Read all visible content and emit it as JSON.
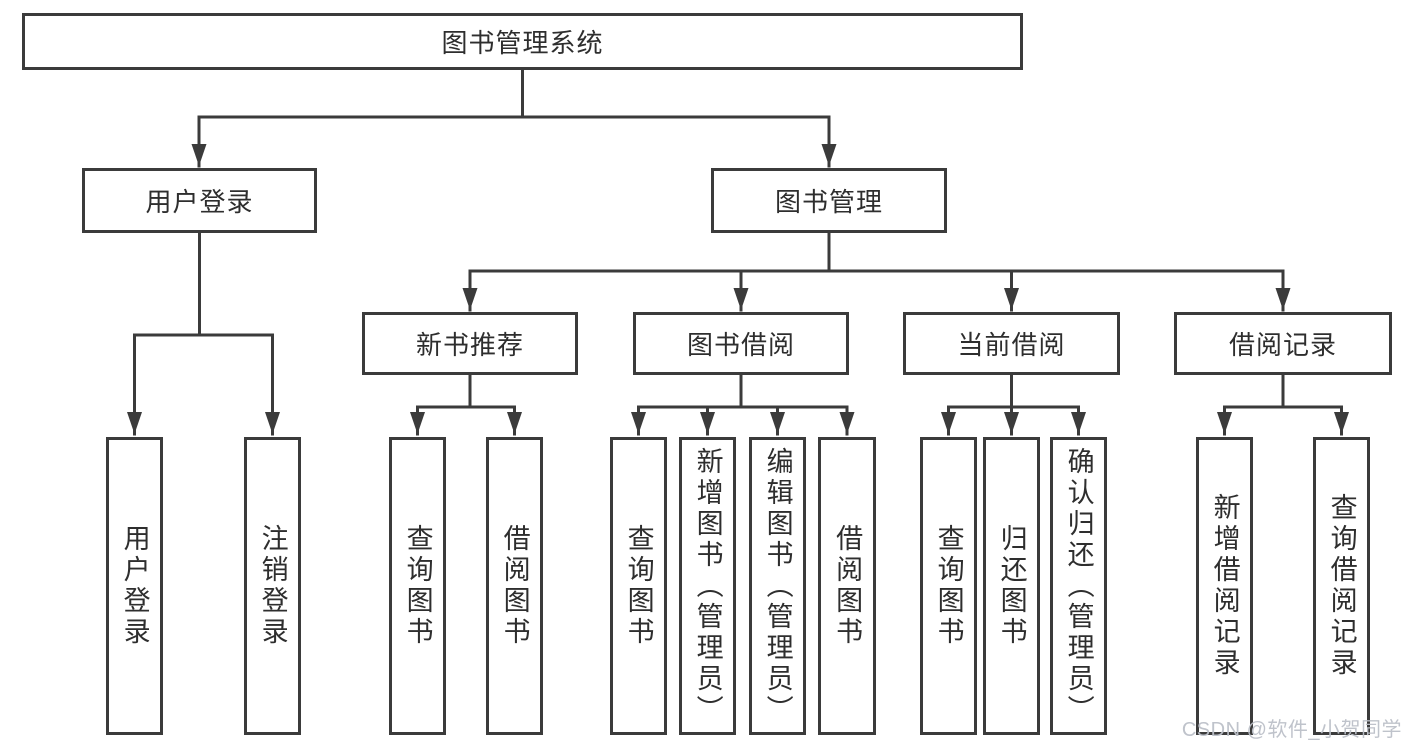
{
  "diagram": {
    "type": "hierarchy-chart",
    "nodes": {
      "root": {
        "label": "图书管理系统"
      },
      "user_login": {
        "label": "用户登录"
      },
      "book_mgmt": {
        "label": "图书管理"
      },
      "new_book_rec": {
        "label": "新书推荐"
      },
      "book_borrow": {
        "label": "图书借阅"
      },
      "current_borrow": {
        "label": "当前借阅"
      },
      "borrow_record": {
        "label": "借阅记录"
      },
      "login_leaf": {
        "label": "用户登录"
      },
      "logout_leaf": {
        "label": "注销登录"
      },
      "nbr_query": {
        "label": "查询图书"
      },
      "nbr_borrow": {
        "label": "借阅图书"
      },
      "bb_query": {
        "label": "查询图书"
      },
      "bb_add": {
        "label": "新增图书（管理员）"
      },
      "bb_edit": {
        "label": "编辑图书（管理员）"
      },
      "bb_borrow": {
        "label": "借阅图书"
      },
      "cb_query": {
        "label": "查询图书"
      },
      "cb_return": {
        "label": "归还图书"
      },
      "cb_confirm": {
        "label": "确认归还（管理员）"
      },
      "br_add": {
        "label": "新增借阅记录"
      },
      "br_query": {
        "label": "查询借阅记录"
      }
    },
    "structure": {
      "图书管理系统": [
        "用户登录",
        "图书管理"
      ],
      "用户登录": [
        "用户登录",
        "注销登录"
      ],
      "图书管理": [
        "新书推荐",
        "图书借阅",
        "当前借阅",
        "借阅记录"
      ],
      "新书推荐": [
        "查询图书",
        "借阅图书"
      ],
      "图书借阅": [
        "查询图书",
        "新增图书（管理员）",
        "编辑图书（管理员）",
        "借阅图书"
      ],
      "当前借阅": [
        "查询图书",
        "归还图书",
        "确认归还（管理员）"
      ],
      "借阅记录": [
        "新增借阅记录",
        "查询借阅记录"
      ]
    },
    "colors": {
      "line": "#3b3b3b",
      "text": "#2e2e2e",
      "background": "#ffffff",
      "watermark": "#bcc0c8"
    }
  },
  "watermark": {
    "text": "CSDN @软件_小贺同学"
  }
}
